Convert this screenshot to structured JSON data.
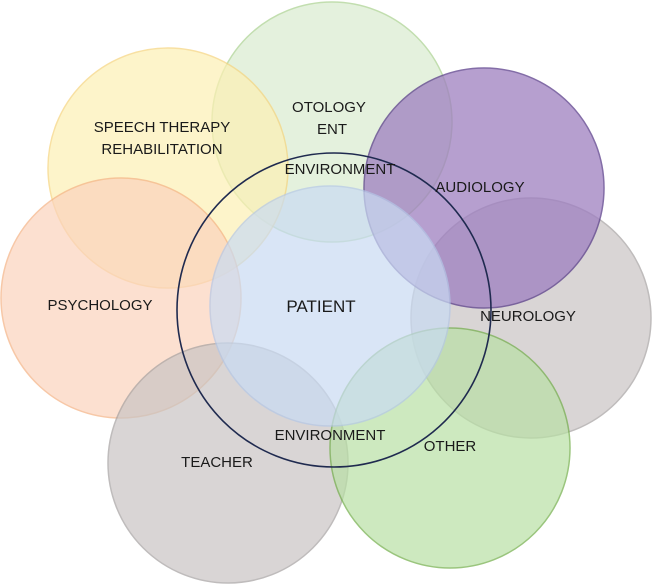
{
  "labels": {
    "otology": "OTOLOGY",
    "ent": "ENT",
    "speech_therapy": "SPEECH THERAPY",
    "rehabilitation": "REHABILITATION",
    "environment_top": "ENVIRONMENT",
    "audiology": "AUDIOLOGY",
    "psychology": "PSYCHOLOGY",
    "patient": "PATIENT",
    "neurology": "NEUROLOGY",
    "environment_bottom": "ENVIRONMENT",
    "other": "OTHER",
    "teacher": "TEACHER"
  },
  "colors": {
    "otology_fill": "#d9ecd0",
    "otology_stroke": "#a9d18e",
    "speech_fill": "#fdf0b4",
    "speech_stroke": "#f6d47c",
    "audiology_fill": "#9e7fc0",
    "audiology_stroke": "#5a3d8a",
    "neurology_fill": "#c9c4c4",
    "neurology_stroke": "#a5a0a0",
    "psychology_fill": "#fbd3bd",
    "psychology_stroke": "#f4b183",
    "teacher_fill": "#c9c4c4",
    "teacher_stroke": "#a5a0a0",
    "other_fill": "#b9e0a5",
    "other_stroke": "#70ad47",
    "patient_fill": "#c9dbf3",
    "patient_stroke": "#b4c7e7",
    "environment_stroke": "#1f2a4f"
  }
}
